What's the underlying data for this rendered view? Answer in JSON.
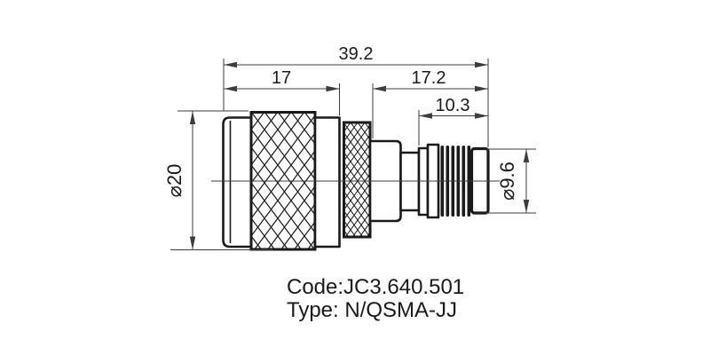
{
  "dimensions": {
    "overall_length": "39.2",
    "n_body_length": "17",
    "qsma_side_length": "17.2",
    "rib_section_length": "10.3",
    "n_nut_diameter": "⌀20",
    "end_diameter": "⌀9.6"
  },
  "notes": {
    "code": "Code:JC3.640.501",
    "type": "Type: N/QSMA-JJ"
  },
  "colors": {
    "line": "#1a1a1a",
    "thin_line": "#3c3c3c",
    "background": "#ffffff"
  }
}
